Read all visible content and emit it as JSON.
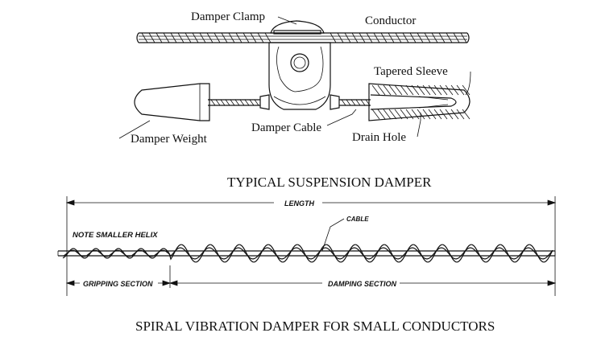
{
  "top_figure": {
    "caption": "TYPICAL SUSPENSION DAMPER",
    "labels": {
      "damper_clamp": "Damper Clamp",
      "conductor": "Conductor",
      "tapered_sleeve": "Tapered Sleeve",
      "damper_weight": "Damper Weight",
      "damper_cable": "Damper Cable",
      "drain_hole": "Drain Hole"
    }
  },
  "bottom_figure": {
    "caption": "SPIRAL VIBRATION DAMPER FOR SMALL CONDUCTORS",
    "labels": {
      "length": "LENGTH",
      "cable": "CABLE",
      "note": "NOTE SMALLER HELIX",
      "gripping_section": "GRIPPING SECTION",
      "damping_section": "DAMPING SECTION"
    }
  }
}
